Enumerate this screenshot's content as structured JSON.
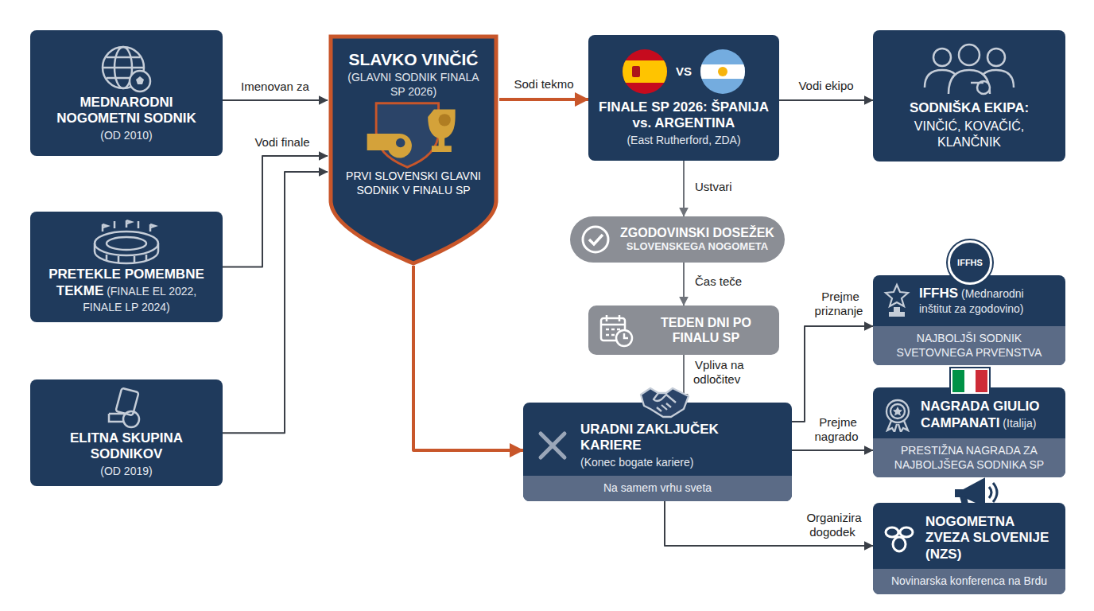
{
  "diagram": {
    "nodes": [
      {
        "text": [
          "MEDNARODNI NOGOMETNI SODNIK",
          "(OD 2010)"
        ]
      },
      {
        "text": [
          "PRETEKLE POMEMBNE TEKME",
          "(FINALE EL 2022, FINALE LP 2024)"
        ]
      },
      {
        "text": [
          "ELITNA SKUPINA SODNIKOV",
          "(OD 2019)"
        ]
      },
      {
        "text": [
          "SLAVKO VINČIĆ",
          "(GLAVNI SODNIK FINALA SP 2026)",
          "PRVI SLOVENSKI GLAVNI SODNIK V FINALU SP"
        ]
      },
      {
        "text": [
          "VS",
          "FINALE SP 2026: ŠPANIJA vs. ARGENTINA",
          "(East Rutherford, ZDA)"
        ]
      },
      {
        "text": [
          "SODNIŠKA EKIPA:",
          "VINČIĆ, KOVAČIĆ, KLANČNIK"
        ]
      },
      {
        "text": [
          "ZGODOVINSKI DOSEŽEK",
          "SLOVENSKEGA NOGOMETA"
        ]
      },
      {
        "text": [
          "TEDEN DNI PO FINALU SP"
        ]
      },
      {
        "text": [
          "URADNI ZAKLJUČEK KARIERE",
          "(Konec bogate kariere)",
          "Na samem vrhu sveta"
        ]
      },
      {
        "text": [
          "IFFHS",
          "(Mednarodni inštitut za zgodovino)",
          "NAJBOLJŠI SODNIK SVETOVNEGA PRVENSTVA"
        ]
      },
      {
        "text": [
          "NAGRADA GIULIO CAMPANATI",
          "(Italija)",
          "PRESTIŽNA NAGRADA ZA NAJBOLJŠEGA SODNIKA SP"
        ]
      },
      {
        "text": [
          "NOGOMETNA ZVEZA SLOVENIJE (NZS)",
          "Novinarska konferenca na Brdu"
        ]
      }
    ],
    "edges": [
      {
        "from": 0,
        "to": 3,
        "label": "Imenovan za",
        "arrow": "to"
      },
      {
        "from": 1,
        "to": 3,
        "label": "Vodi finale",
        "arrow": "to"
      },
      {
        "from": 2,
        "to": 3,
        "arrow": "to"
      },
      {
        "from": 3,
        "to": 4,
        "label": "Sodi tekmo",
        "arrow": "to"
      },
      {
        "from": 4,
        "to": 5,
        "label": "Vodi ekipo",
        "arrow": "to"
      },
      {
        "from": 4,
        "to": 6,
        "label": "Ustvari",
        "arrow": "to"
      },
      {
        "from": 6,
        "to": 7,
        "label": "Čas teče",
        "arrow": "to"
      },
      {
        "from": 7,
        "to": 8,
        "label": "Vpliva na odločitev",
        "arrow": "to"
      },
      {
        "from": 3,
        "to": 8,
        "arrow": "to"
      },
      {
        "from": 8,
        "to": 9,
        "label": "Prejme priznanje",
        "arrow": "to"
      },
      {
        "from": 8,
        "to": 10,
        "label": "Prejme nagrado",
        "arrow": "to"
      },
      {
        "from": 8,
        "to": 11,
        "label": "Organizira dogodek",
        "arrow": "to"
      }
    ],
    "labels": [
      "IFFHS"
    ]
  }
}
